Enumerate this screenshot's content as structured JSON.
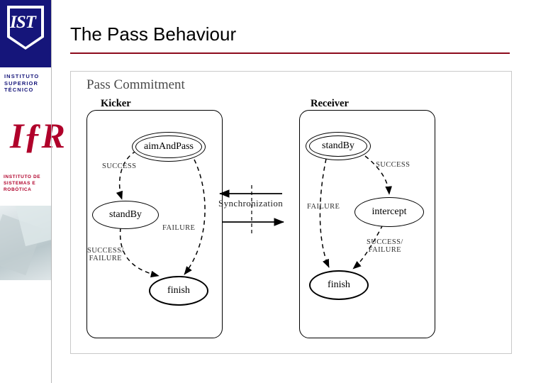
{
  "slide": {
    "title": "The Pass Behaviour"
  },
  "sidebar": {
    "ist_logo_letters": "IST",
    "ist_words": "INSTITUTO\nSUPERIOR\nTÉCNICO",
    "ist_line1": "INSTITUTO",
    "ist_line2": "SUPERIOR",
    "ist_line3": "TÉCNICO",
    "isr_logo_mark": "IƒR",
    "isr_line1": "INSTITUTO DE",
    "isr_line2": "SISTEMAS E",
    "isr_line3": "ROBÓTICA",
    "photo_alt": "laboratory-photo"
  },
  "figure": {
    "caption": "Pass Commitment",
    "lanes": [
      {
        "label": "Kicker"
      },
      {
        "label": "Receiver"
      }
    ],
    "nodes": {
      "aim_and_pass": "aimAndPass",
      "standby_kicker": "standBy",
      "finish_kicker": "finish",
      "standby_receiver": "standBy",
      "intercept": "intercept",
      "finish_receiver": "finish"
    },
    "edge_labels": {
      "success_kicker": "SUCCESS",
      "failure_kicker": "FAILURE",
      "success_failure_kicker_line1": "SUCCESS/",
      "success_failure_kicker_line2": "FAILURE",
      "success_receiver": "SUCCESS",
      "failure_receiver": "FAILURE",
      "success_failure_receiver_line1": "SUCCESS/",
      "success_failure_receiver_line2": "FAILURE",
      "synchronization": "Synchronization"
    }
  },
  "colors": {
    "accent_rule": "#8d0b1c",
    "ist_blue": "#15157a",
    "isr_red": "#b0002a",
    "title_text": "#000000"
  }
}
